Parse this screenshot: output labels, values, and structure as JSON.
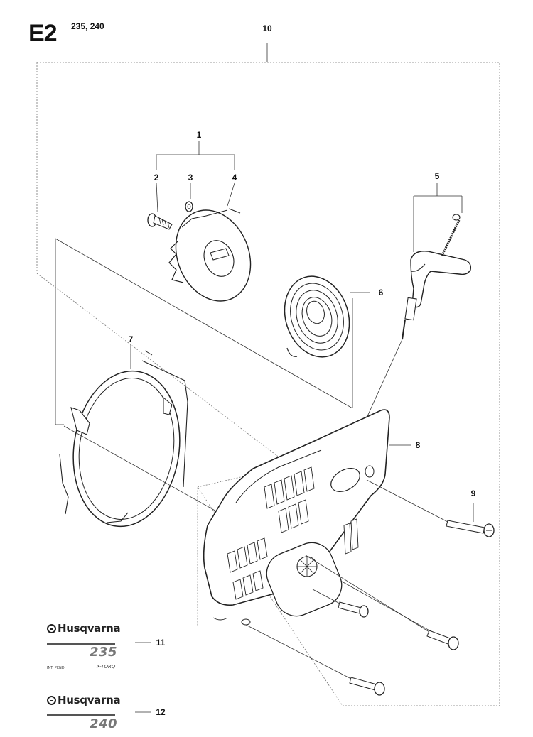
{
  "header": {
    "page_code": "E2",
    "models": "235, 240"
  },
  "callouts": {
    "c1": "1",
    "c2": "2",
    "c3": "3",
    "c4": "4",
    "c5": "5",
    "c6": "6",
    "c7": "7",
    "c8": "8",
    "c9": "9",
    "c10": "10",
    "c11": "11",
    "c12": "12"
  },
  "decals": {
    "decal_235": {
      "brand": "Husqvarna",
      "model": "235",
      "small_text": "INT. PEND.",
      "tag": "X-TORQ"
    },
    "decal_240": {
      "brand": "Husqvarna",
      "model": "240"
    }
  }
}
